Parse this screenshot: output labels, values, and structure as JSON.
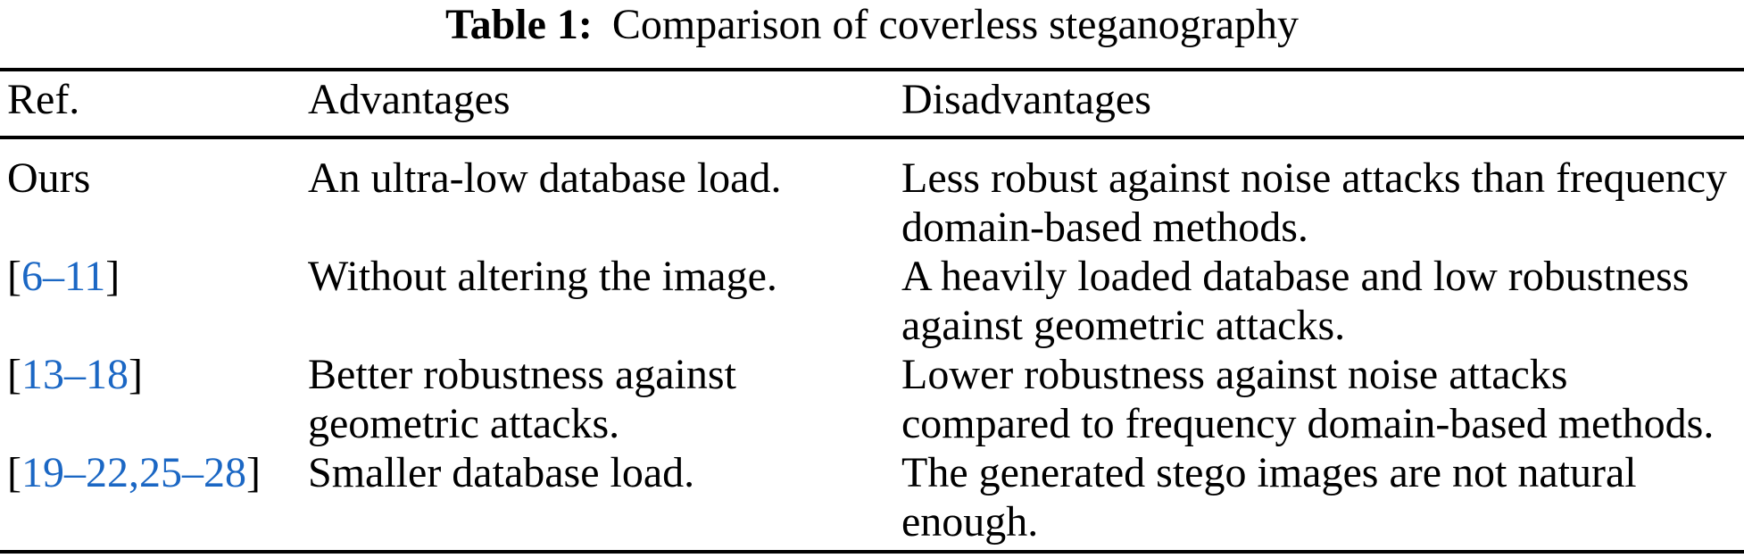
{
  "title": {
    "label": "Table 1:",
    "text": "Comparison of coverless steganography"
  },
  "columns": {
    "ref": "Ref.",
    "advantages": "Advantages",
    "disadvantages": "Disadvantages"
  },
  "rows": [
    {
      "ref": {
        "text": "Ours"
      },
      "advantages": [
        "An ultra-low database load."
      ],
      "disadvantages": [
        "Less robust against noise attacks than frequency",
        "domain-based methods."
      ]
    },
    {
      "ref": {
        "open": "[",
        "link": "6–11",
        "close": "]"
      },
      "advantages": [
        "Without altering the image."
      ],
      "disadvantages": [
        "A heavily loaded database and low robustness",
        "against geometric attacks."
      ]
    },
    {
      "ref": {
        "open": "[",
        "link": "13–18",
        "close": "]"
      },
      "advantages": [
        "Better robustness against",
        "geometric attacks."
      ],
      "disadvantages": [
        "Lower robustness against noise attacks",
        "compared to frequency domain-based methods."
      ]
    },
    {
      "ref": {
        "open": "[",
        "link": "19–22,25–28",
        "close": "]"
      },
      "advantages": [
        "Smaller database load."
      ],
      "disadvantages": [
        "The generated stego images are not natural",
        "enough."
      ]
    }
  ],
  "colors": {
    "background": "#ffffff",
    "text": "#000000",
    "rule": "#000000",
    "link_blue": "#1B67C4"
  }
}
